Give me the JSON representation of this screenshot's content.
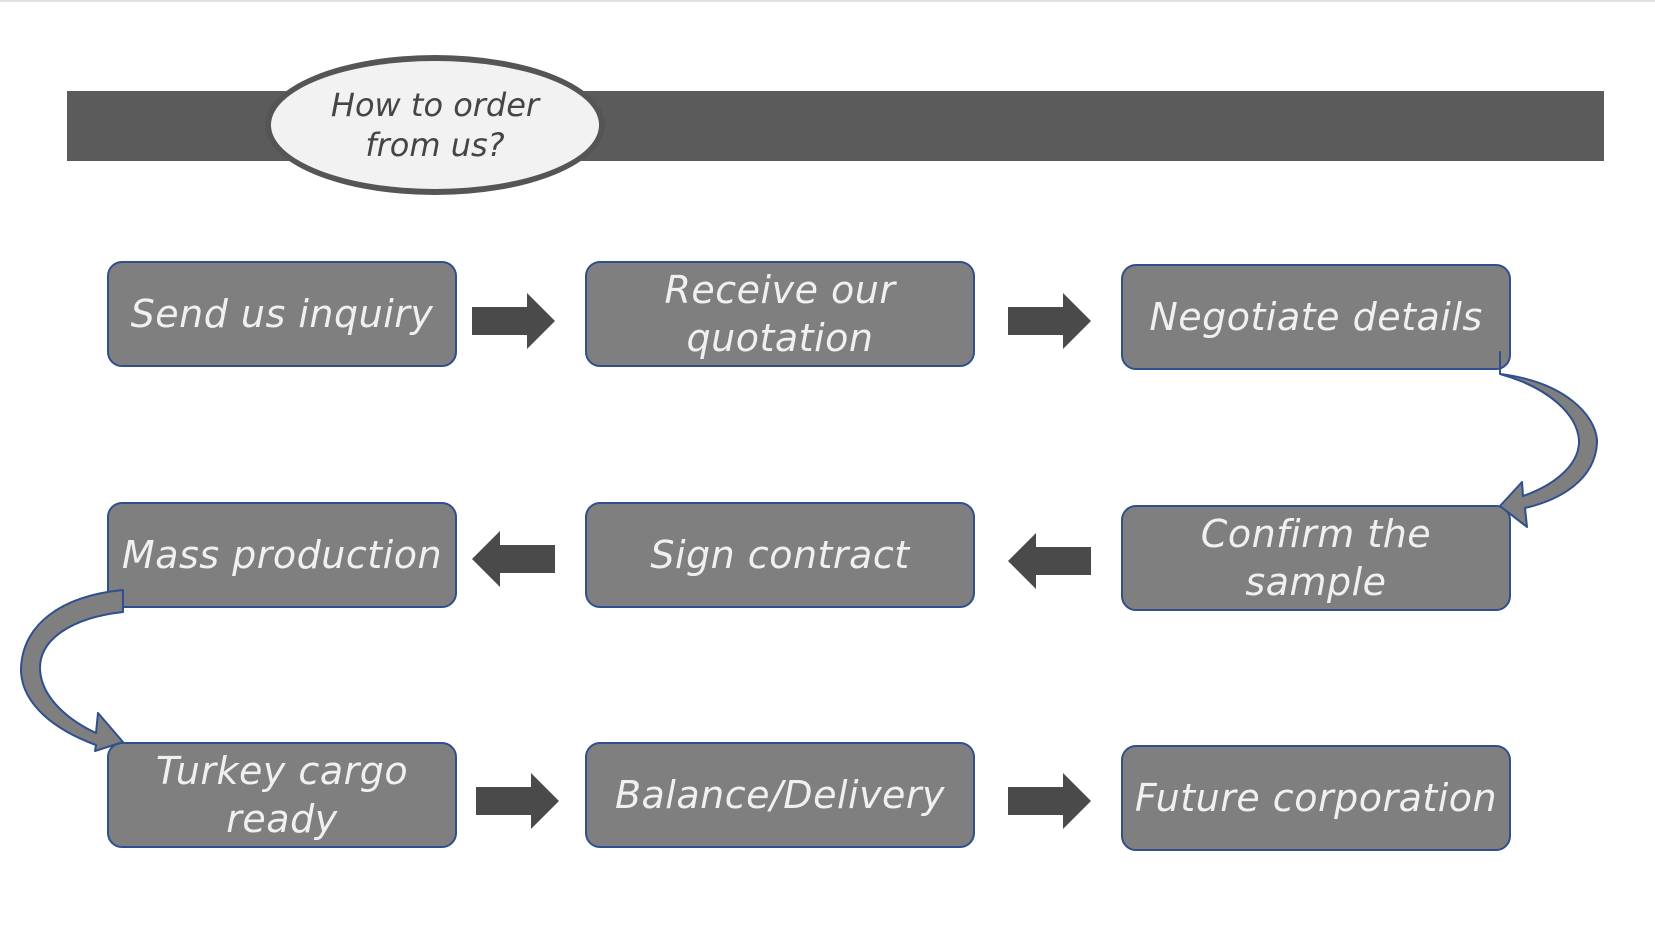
{
  "title": "How to order from us?",
  "steps": [
    {
      "label": "Send us inquiry"
    },
    {
      "label": "Receive our quotation"
    },
    {
      "label": "Negotiate details"
    },
    {
      "label": "Confirm the sample"
    },
    {
      "label": "Sign contract"
    },
    {
      "label": "Mass production"
    },
    {
      "label": "Turkey cargo ready"
    },
    {
      "label": "Balance/Delivery"
    },
    {
      "label": "Future corporation"
    }
  ],
  "colors": {
    "header_bar": "#5b5b5b",
    "ellipse_fill": "#f2f2f2",
    "ellipse_border": "#555555",
    "box_fill": "#7f7f7f",
    "box_border": "#2f4f8f",
    "box_text": "#f0f0f0",
    "arrow": "#4a4a4a",
    "curved_arrow": "#7f7f7f"
  }
}
